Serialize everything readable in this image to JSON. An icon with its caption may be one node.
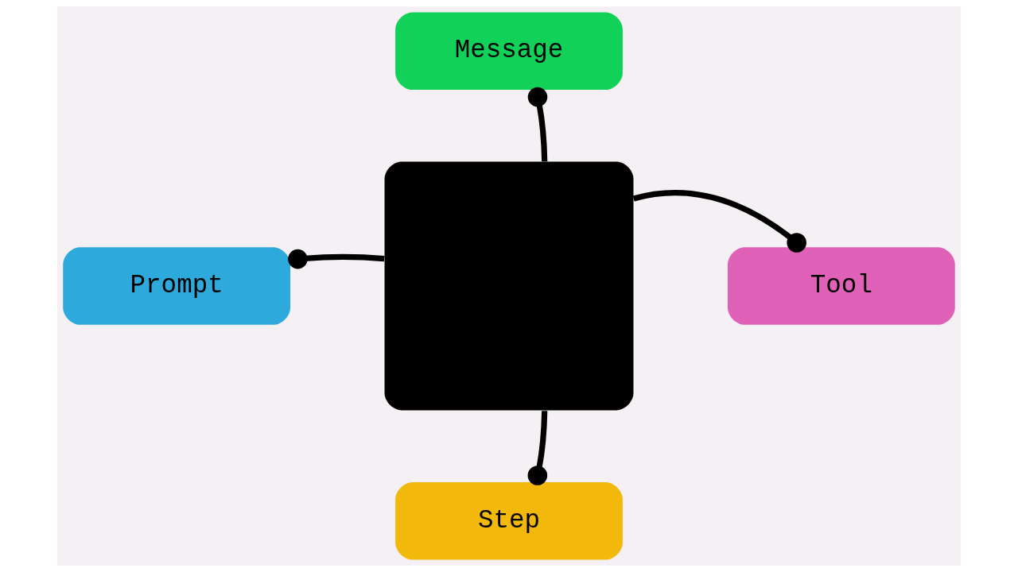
{
  "diagram": {
    "nodes": [
      {
        "text": [],
        "shape": "box"
      },
      {
        "text": [
          "Message"
        ]
      },
      {
        "text": [
          "Tool"
        ]
      },
      {
        "text": [
          "Prompt"
        ]
      },
      {
        "text": [
          "Step"
        ]
      }
    ],
    "edges": [
      {
        "from": 0,
        "to": 1,
        "arrow": "other"
      },
      {
        "from": 0,
        "to": 2,
        "arrow": "other"
      },
      {
        "from": 0,
        "to": 3,
        "arrow": "other"
      },
      {
        "from": 0,
        "to": 4,
        "arrow": "other"
      }
    ]
  }
}
